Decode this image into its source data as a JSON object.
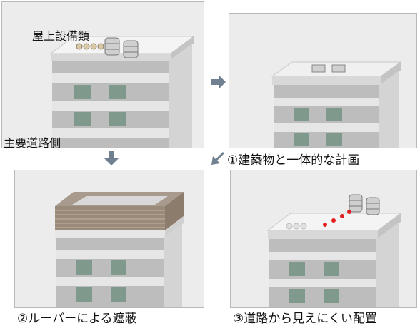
{
  "panels": {
    "original": {
      "label_equipment": "屋上設備類",
      "label_road_side": "主要道路側"
    },
    "integrated": {
      "caption": "①建築物と一体的な計画"
    },
    "louver": {
      "caption": "②ルーバーによる遮蔽"
    },
    "placement": {
      "caption": "③道路から見えにくい配置"
    }
  },
  "colors": {
    "panel_bg": "#ececec",
    "panel_border": "#b8b8b8",
    "arrow": "#6f8090",
    "louver": "#9a8a7a",
    "view_dot": "#e02020"
  }
}
